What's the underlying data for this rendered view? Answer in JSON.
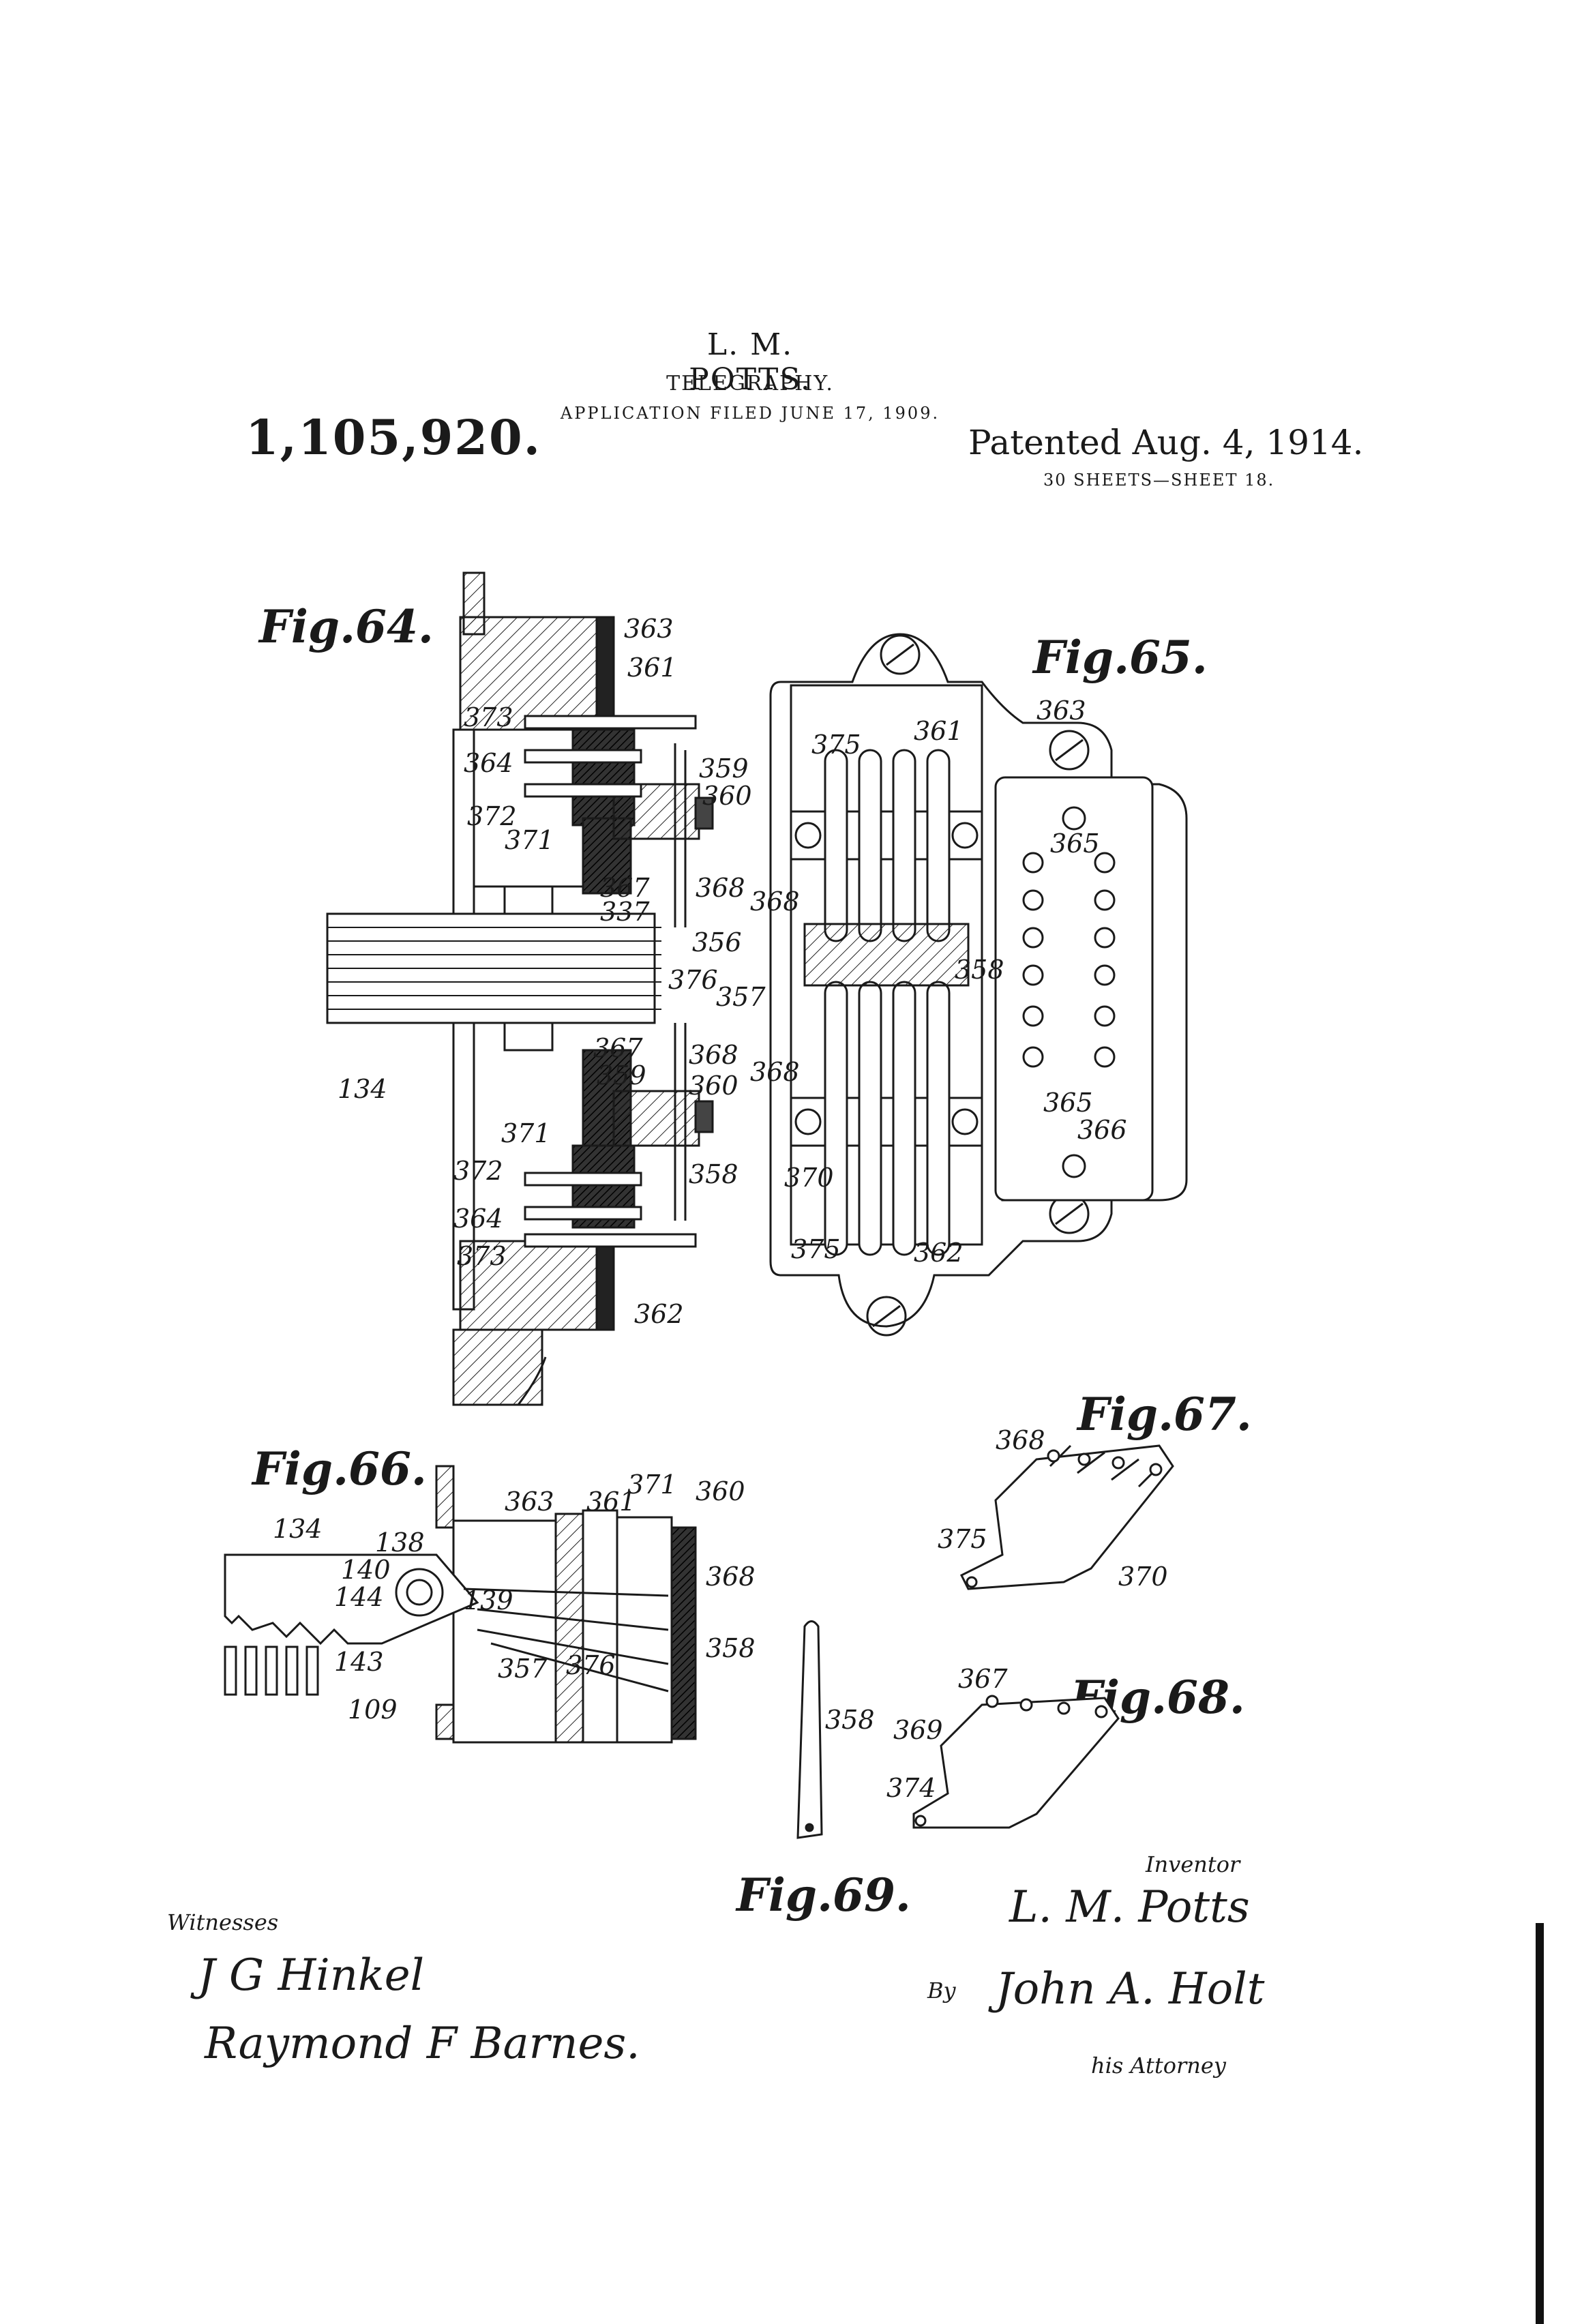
{
  "header": {
    "inventor_name": "L. M. POTTS.",
    "title": "TELEGRAPHY.",
    "application": "APPLICATION FILED JUNE 17, 1909.",
    "patent_number": "1,105,920.",
    "patented_date": "Patented Aug. 4, 1914.",
    "sheets": "30 SHEETS—SHEET 18."
  },
  "figures": {
    "fig64": {
      "label": "Fig.64.",
      "numbers": [
        "363",
        "361",
        "373",
        "364",
        "359",
        "360",
        "372",
        "371",
        "367",
        "368",
        "337",
        "356",
        "376",
        "357",
        "134",
        "367",
        "368",
        "359",
        "360",
        "371",
        "372",
        "358",
        "364",
        "373",
        "362"
      ]
    },
    "fig65": {
      "label": "Fig.65.",
      "numbers": [
        "363",
        "375",
        "361",
        "365",
        "368",
        "357",
        "358",
        "368",
        "365",
        "366",
        "370",
        "375",
        "362"
      ]
    },
    "fig66": {
      "label": "Fig.66.",
      "numbers": [
        "363",
        "361",
        "371",
        "360",
        "134",
        "138",
        "140",
        "139",
        "368",
        "144",
        "143",
        "357",
        "376",
        "358",
        "109"
      ]
    },
    "fig67": {
      "label": "Fig.67.",
      "numbers": [
        "368",
        "375",
        "370"
      ]
    },
    "fig68": {
      "label": "Fig.68.",
      "numbers": [
        "367",
        "369",
        "374"
      ]
    },
    "fig69": {
      "label": "Fig.69.",
      "numbers": [
        "358"
      ]
    }
  },
  "signatures": {
    "witnesses_caption": "Witnesses",
    "witness_1": "J G Hinkel",
    "witness_2": "Raymond F Barnes.",
    "inventor_caption": "Inventor",
    "inventor_signature": "L. M. Potts",
    "by": "By",
    "attorney_signature": "John A. Holt",
    "attorney_caption": "his Attorney"
  }
}
